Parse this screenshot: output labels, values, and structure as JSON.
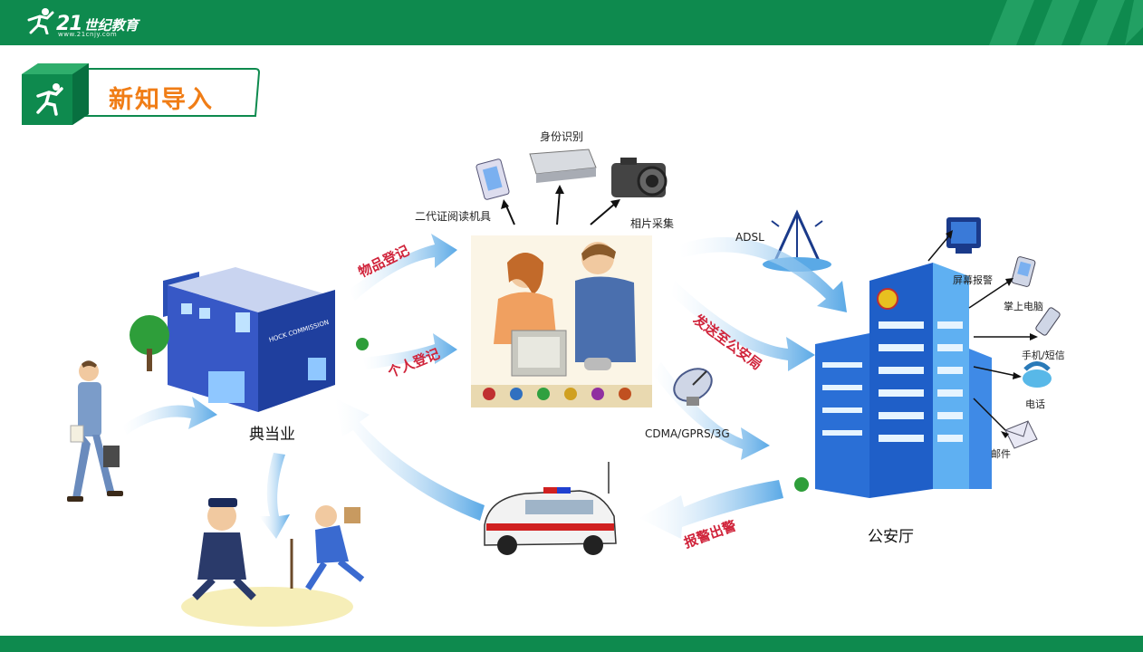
{
  "header": {
    "logo_brand": "21",
    "logo_brand_cn": "世纪教育",
    "logo_url": "www.21cnjy.com"
  },
  "section": {
    "title": "新知导入"
  },
  "diagram": {
    "pawnshop_label": "典当业",
    "pawnshop_sign": "HOCK COMMISSION",
    "item_register": "物品登记",
    "person_register": "个人登记",
    "id_recognition": "身份识别",
    "id_reader": "二代证阅读机具",
    "photo_capture": "相片采集",
    "adsl": "ADSL",
    "send_to_police": "发送至公安局",
    "cdma": "CDMA/GPRS/3G",
    "police_dept": "公安厅",
    "screen_alarm": "屏幕报警",
    "pda": "掌上电脑",
    "phone_sms": "手机/短信",
    "telephone": "电话",
    "mail": "邮件",
    "report_police": "报警出警"
  },
  "colors": {
    "brand_green": "#0e8a4e",
    "title_orange": "#f07d16",
    "arrow_blue": "#5aa9e6",
    "arrow_text_red": "#d0243b"
  }
}
